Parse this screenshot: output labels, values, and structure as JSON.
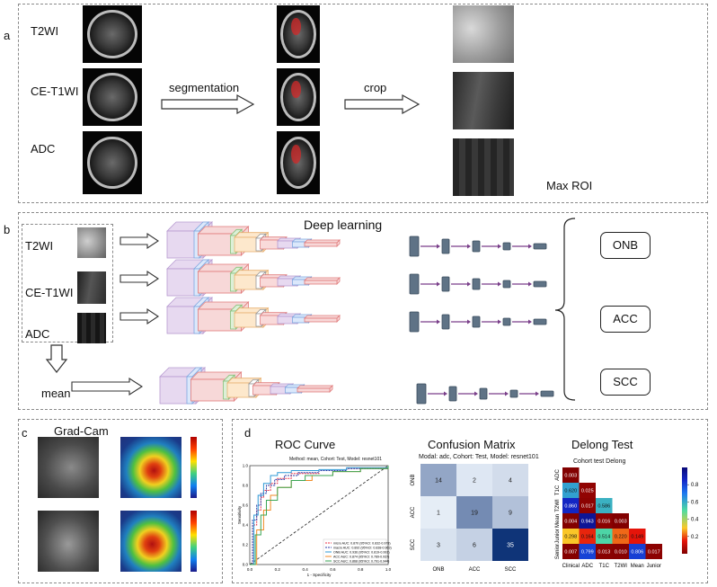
{
  "panel_a": {
    "letter": "a",
    "modalities": [
      "T2WI",
      "CE-T1WI",
      "ADC"
    ],
    "segmentation_label": "segmentation",
    "crop_label": "crop",
    "roi_label": "Max ROI"
  },
  "panel_b": {
    "letter": "b",
    "title": "Deep learning",
    "modalities": [
      "T2WI",
      "CE-T1WI",
      "ADC"
    ],
    "mean_label": "mean",
    "outputs": [
      "ONB",
      "ACC",
      "SCC"
    ]
  },
  "panel_c": {
    "letter": "c",
    "title": "Grad-Cam"
  },
  "panel_d": {
    "letter": "d",
    "roc": {
      "title": "ROC Curve",
      "subtitle": "Method: mean, Cohort: Test, Model: resnet101",
      "xlabel": "1 - Specificity",
      "ylabel": "Sensitivity",
      "legend": [
        "micro AUC: 0.870 (95%CI: 0.832-0.978)",
        "macro AUC: 0.892 (95%CI: 0.838-0.963)",
        "ONB AUC: 0.936 (95%CI: 0.819-0.991)",
        "ACC AUC: 0.874 (95%CI: 0.789-0.937)",
        "SCC AUC: 0.868 (95%CI: 0.791-0.944)"
      ],
      "xticks": [
        "0.0",
        "0.2",
        "0.4",
        "0.6",
        "0.8",
        "1.0"
      ],
      "yticks": [
        "0.0",
        "0.2",
        "0.4",
        "0.6",
        "0.8",
        "1.0"
      ]
    },
    "confusion": {
      "title": "Confusion Matrix",
      "subtitle": "Modal: adc, Cohort: Test, Model: resnet101",
      "labels": [
        "ONB",
        "ACC",
        "SCC"
      ]
    },
    "delong": {
      "title": "Delong Test",
      "subtitle": "Cohort test Delong",
      "row_labels": [
        "ADC",
        "T1C",
        "T2WI",
        "Mean",
        "Junior",
        "Senior"
      ],
      "col_labels": [
        "Clinical",
        "ADC",
        "T1C",
        "T2WI",
        "Mean",
        "Junior"
      ],
      "colorbar_ticks": [
        "0.8",
        "0.6",
        "0.4",
        "0.2"
      ]
    }
  },
  "chart_data": [
    {
      "type": "line",
      "title": "Method: mean, Cohort: Test, Model: resnet101",
      "xlabel": "1 - Specificity",
      "ylabel": "Sensitivity",
      "xlim": [
        0,
        1
      ],
      "ylim": [
        0,
        1
      ],
      "series": [
        {
          "name": "micro AUC: 0.870 (95%CI: 0.832-0.978)",
          "color": "#e8344a",
          "x": [
            0,
            0.02,
            0.05,
            0.08,
            0.1,
            0.15,
            0.2,
            0.3,
            0.5,
            0.7,
            1.0
          ],
          "y": [
            0,
            0.4,
            0.55,
            0.68,
            0.75,
            0.82,
            0.87,
            0.92,
            0.95,
            0.97,
            1.0
          ]
        },
        {
          "name": "macro AUC: 0.892 (95%CI: 0.838-0.963)",
          "color": "#2c3ea8",
          "x": [
            0,
            0.02,
            0.05,
            0.08,
            0.12,
            0.18,
            0.25,
            0.35,
            0.5,
            0.7,
            1.0
          ],
          "y": [
            0,
            0.45,
            0.6,
            0.72,
            0.8,
            0.86,
            0.9,
            0.93,
            0.95,
            0.97,
            1.0
          ]
        },
        {
          "name": "ONB AUC: 0.936 (95%CI: 0.819-0.991)",
          "color": "#2f9ad6",
          "x": [
            0,
            0.03,
            0.06,
            0.1,
            0.15,
            0.2,
            0.3,
            0.5,
            0.7,
            1.0
          ],
          "y": [
            0,
            0.5,
            0.7,
            0.82,
            0.9,
            0.93,
            0.95,
            0.96,
            0.98,
            1.0
          ]
        },
        {
          "name": "ACC AUC: 0.874 (95%CI: 0.789-0.937)",
          "color": "#f08a24",
          "x": [
            0,
            0.05,
            0.1,
            0.15,
            0.2,
            0.3,
            0.45,
            0.6,
            0.8,
            1.0
          ],
          "y": [
            0,
            0.35,
            0.55,
            0.7,
            0.78,
            0.85,
            0.9,
            0.94,
            0.97,
            1.0
          ]
        },
        {
          "name": "SCC AUC: 0.868 (95%CI: 0.791-0.944)",
          "color": "#3aa655",
          "x": [
            0,
            0.04,
            0.08,
            0.12,
            0.2,
            0.3,
            0.4,
            0.6,
            0.8,
            1.0
          ],
          "y": [
            0,
            0.3,
            0.5,
            0.65,
            0.78,
            0.85,
            0.9,
            0.94,
            0.97,
            1.0
          ]
        }
      ]
    },
    {
      "type": "heatmap",
      "title": "Modal: adc, Cohort: Test, Model: resnet101",
      "rows": [
        "ONB",
        "ACC",
        "SCC"
      ],
      "cols": [
        "ONB",
        "ACC",
        "SCC"
      ],
      "values": [
        [
          14,
          2,
          4
        ],
        [
          1,
          19,
          9
        ],
        [
          3,
          6,
          35
        ]
      ]
    },
    {
      "type": "heatmap",
      "title": "Cohort test Delong",
      "rows": [
        "ADC",
        "T1C",
        "T2WI",
        "Mean",
        "Junior",
        "Senior"
      ],
      "cols": [
        "Clinical",
        "ADC",
        "T1C",
        "T2WI",
        "Mean",
        "Junior"
      ],
      "values": [
        [
          0.003,
          null,
          null,
          null,
          null,
          null
        ],
        [
          0.62,
          0.025,
          null,
          null,
          null,
          null
        ],
        [
          0.86,
          0.017,
          0.586,
          null,
          null,
          null
        ],
        [
          0.004,
          0.943,
          0.016,
          0.003,
          null,
          null
        ],
        [
          0.298,
          0.164,
          0.514,
          0.22,
          0.149,
          null
        ],
        [
          0.007,
          0.799,
          0.013,
          0.01,
          0.806,
          0.017
        ]
      ],
      "colorbar_range": [
        0,
        1
      ]
    }
  ]
}
